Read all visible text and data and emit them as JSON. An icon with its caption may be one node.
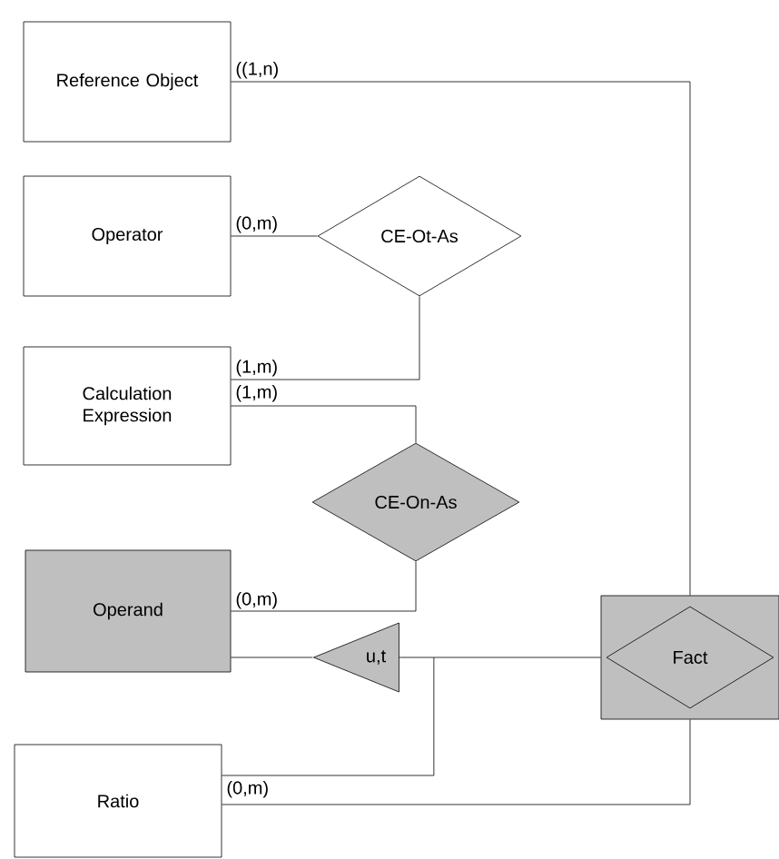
{
  "diagram": {
    "nodes": [
      {
        "text": [
          "Reference Object"
        ]
      },
      {
        "text": [
          "Operator"
        ]
      },
      {
        "text": [
          "CE-Ot-As"
        ]
      },
      {
        "text": [
          "Calculation Expression"
        ]
      },
      {
        "text": [
          "CE-On-As"
        ]
      },
      {
        "text": [
          "Operand"
        ]
      },
      {
        "text": [
          "u,t"
        ]
      },
      {
        "text": [],
        "shape": "box"
      },
      {
        "text": [
          "Fact"
        ],
        "in": 7
      },
      {
        "text": [
          "Ratio"
        ]
      }
    ],
    "edges": [
      {
        "from": 0,
        "to": 7,
        "arrow": "none",
        "label": "((1,n)"
      },
      {
        "from": 1,
        "to": 2,
        "arrow": "none",
        "label": "(0,m)"
      },
      {
        "from": 2,
        "to": 3,
        "arrow": "none",
        "label": "(1,m)"
      },
      {
        "from": 3,
        "to": 4,
        "arrow": "none",
        "label": "(1,m)"
      },
      {
        "from": 4,
        "to": 5,
        "arrow": "none",
        "label": "(0,m)"
      },
      {
        "from": 5,
        "to": 6,
        "arrow": "none"
      },
      {
        "from": 6,
        "to": 7,
        "arrow": "none"
      },
      {
        "from": 6,
        "to": 9,
        "arrow": "none"
      },
      {
        "from": 7,
        "to": 9,
        "arrow": "none",
        "label": "(0,m)"
      }
    ]
  }
}
